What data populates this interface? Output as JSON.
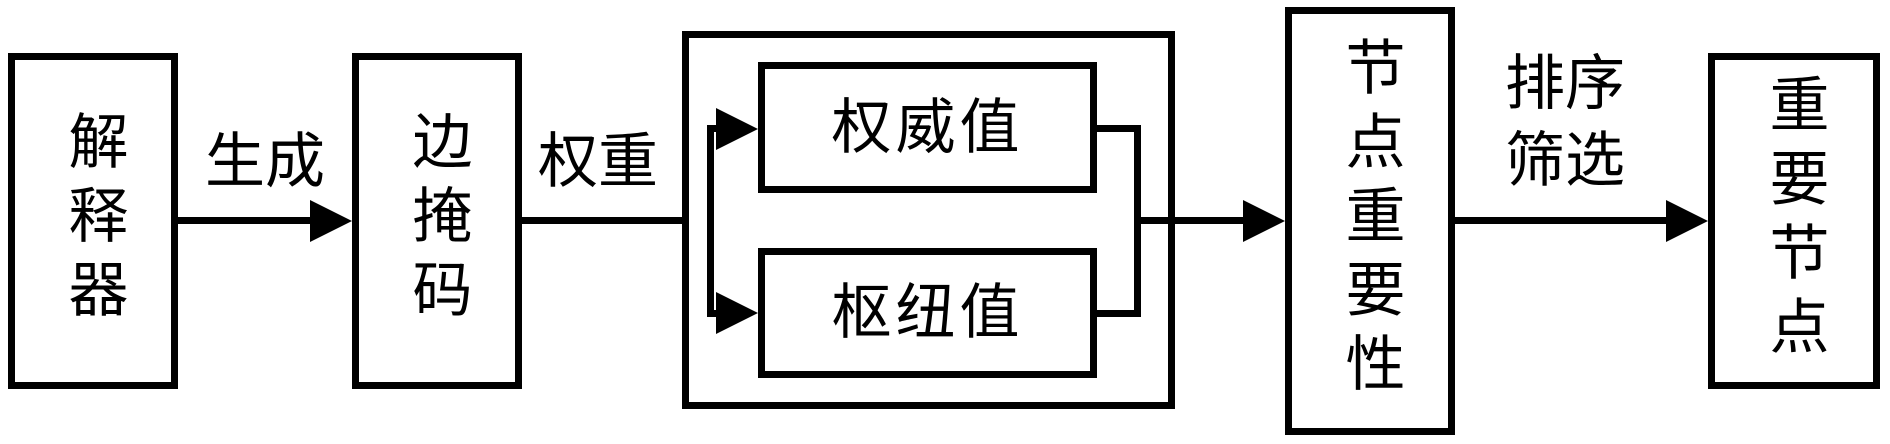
{
  "nodes": {
    "interpreter": "解释器",
    "edge_mask": "边掩码",
    "authority_value": "权威值",
    "hub_value": "枢纽值",
    "node_importance": "节点重要性",
    "important_nodes": "重要节点"
  },
  "edge_labels": {
    "generate": "生成",
    "weight": "权重",
    "sort_filter_line1": "排序",
    "sort_filter_line2": "筛选"
  },
  "colors": {
    "line": "#000000",
    "text": "#000000",
    "background": "#ffffff"
  }
}
